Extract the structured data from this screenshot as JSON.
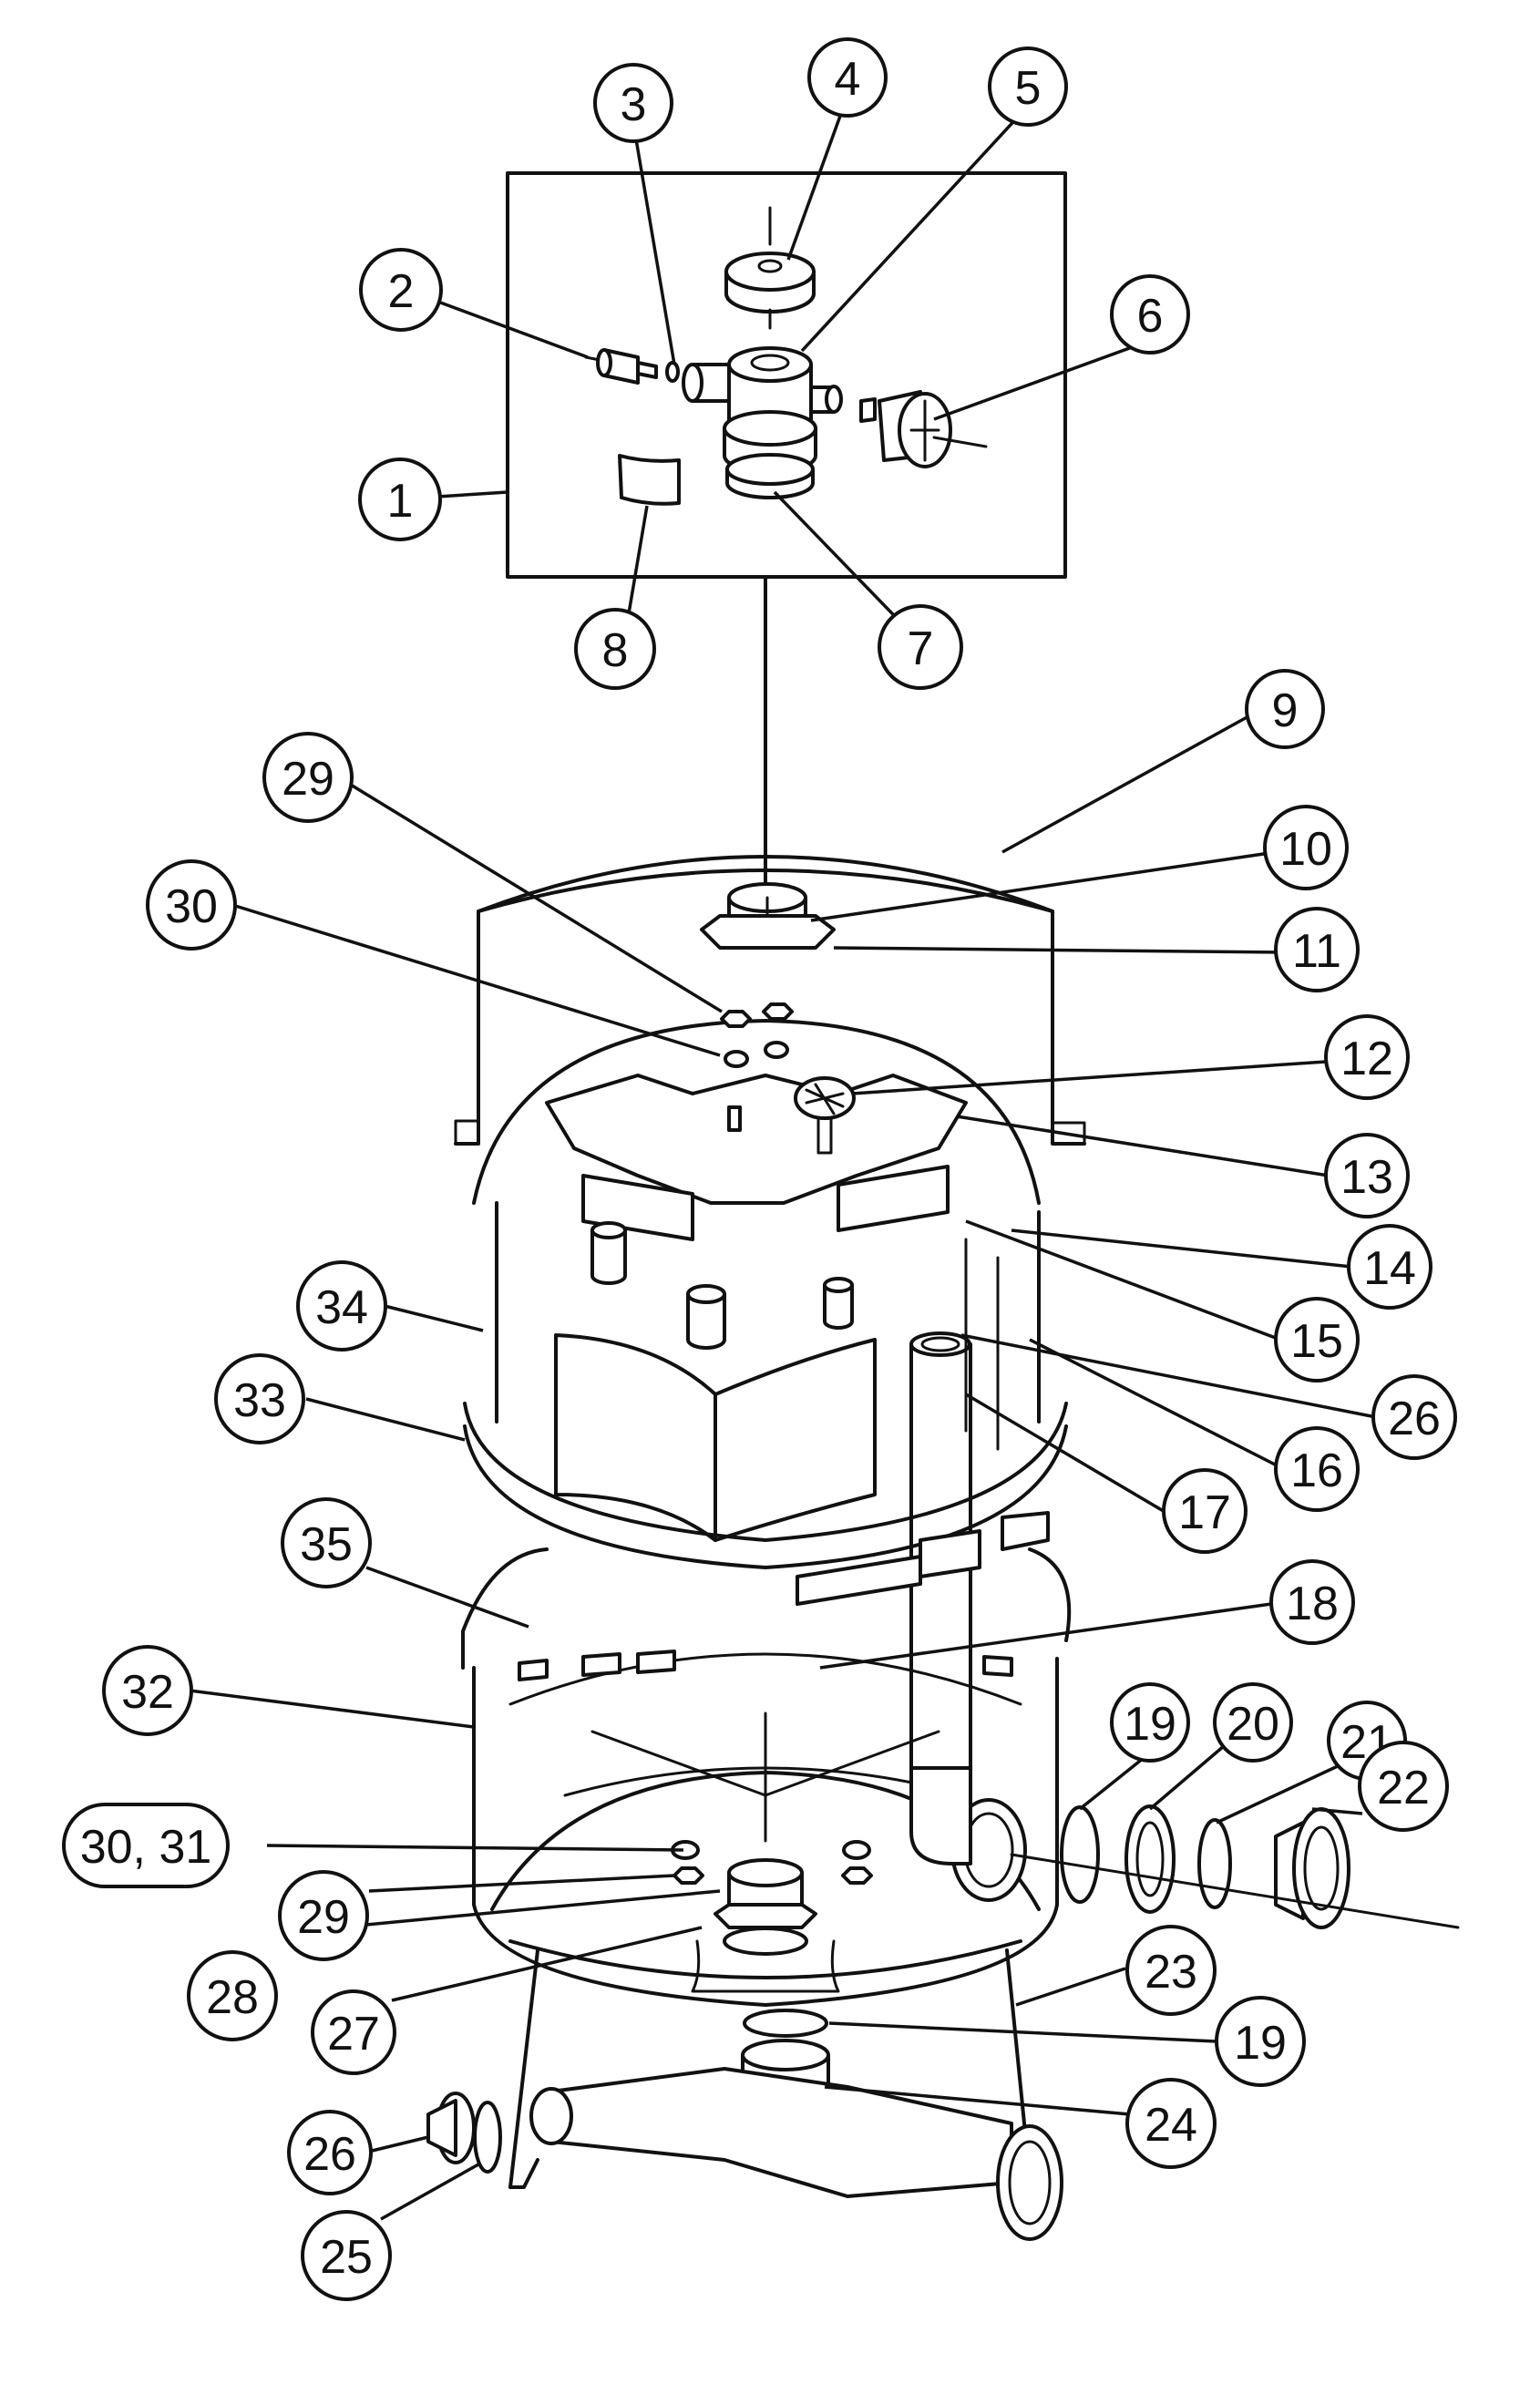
{
  "diagram": {
    "callouts": [
      {
        "id": "c1",
        "label": "1"
      },
      {
        "id": "c2",
        "label": "2"
      },
      {
        "id": "c3",
        "label": "3"
      },
      {
        "id": "c4",
        "label": "4"
      },
      {
        "id": "c5",
        "label": "5"
      },
      {
        "id": "c6",
        "label": "6"
      },
      {
        "id": "c7",
        "label": "7"
      },
      {
        "id": "c8",
        "label": "8"
      },
      {
        "id": "c9",
        "label": "9"
      },
      {
        "id": "c10",
        "label": "10"
      },
      {
        "id": "c11",
        "label": "11"
      },
      {
        "id": "c12",
        "label": "12"
      },
      {
        "id": "c13",
        "label": "13"
      },
      {
        "id": "c14",
        "label": "14"
      },
      {
        "id": "c15",
        "label": "15"
      },
      {
        "id": "c26a",
        "label": "26"
      },
      {
        "id": "c16",
        "label": "16"
      },
      {
        "id": "c17",
        "label": "17"
      },
      {
        "id": "c18",
        "label": "18"
      },
      {
        "id": "c19a",
        "label": "19"
      },
      {
        "id": "c20",
        "label": "20"
      },
      {
        "id": "c21",
        "label": "21"
      },
      {
        "id": "c22",
        "label": "22"
      },
      {
        "id": "c23",
        "label": "23"
      },
      {
        "id": "c19b",
        "label": "19"
      },
      {
        "id": "c24",
        "label": "24"
      },
      {
        "id": "c25",
        "label": "25"
      },
      {
        "id": "c26b",
        "label": "26"
      },
      {
        "id": "c27",
        "label": "27"
      },
      {
        "id": "c28",
        "label": "28"
      },
      {
        "id": "c29b",
        "label": "29"
      },
      {
        "id": "c3031",
        "label": "30, 31"
      },
      {
        "id": "c32",
        "label": "32"
      },
      {
        "id": "c35",
        "label": "35"
      },
      {
        "id": "c33",
        "label": "33"
      },
      {
        "id": "c34",
        "label": "34"
      },
      {
        "id": "c30a",
        "label": "30"
      },
      {
        "id": "c29a",
        "label": "29"
      }
    ]
  }
}
